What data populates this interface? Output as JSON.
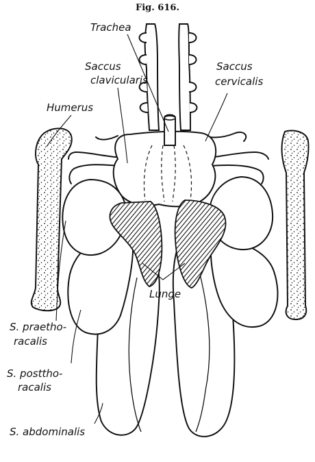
{
  "figure_number": "Fig. 616.",
  "labels": {
    "trachea": "Trachea",
    "saccus_clavicularis_1": "Saccus",
    "saccus_clavicularis_2": "clavicularis",
    "saccus_cervicalis_1": "Saccus",
    "saccus_cervicalis_2": "cervicalis",
    "humerus": "Humerus",
    "lunge": "Lunge",
    "s_praethoracalis_1": "S. praetho-",
    "s_praethoracalis_2": "racalis",
    "s_postthoracalis_1": "S. posttho-",
    "s_postthoracalis_2": "racalis",
    "s_abdominalis": "S. abdominalis"
  }
}
